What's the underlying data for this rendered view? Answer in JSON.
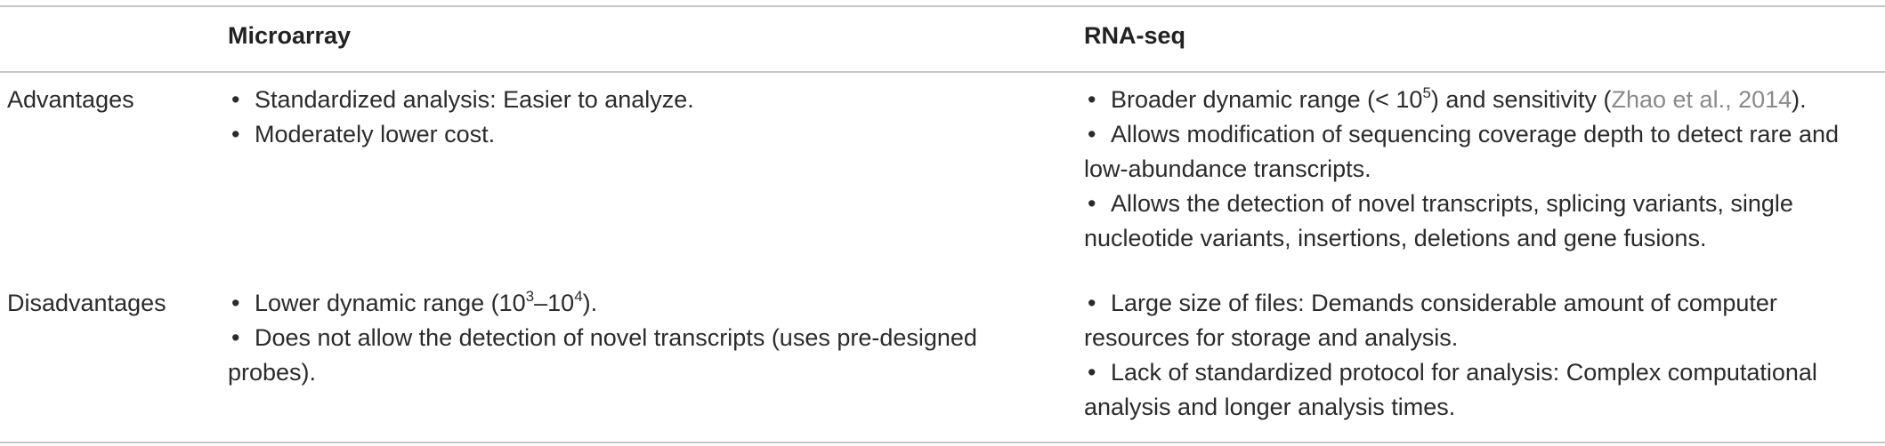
{
  "table": {
    "columns": {
      "blank": "",
      "microarray": "Microarray",
      "rnaseq": "RNA-seq"
    },
    "rows": [
      {
        "label": "Advantages",
        "microarray": [
          "Standardized analysis: Easier to analyze.",
          "Moderately lower cost."
        ],
        "rnaseq": [
          {
            "pre": "Broader dynamic range (< 10",
            "sup": "5",
            "mid": ") and sensitivity (",
            "cite": "Zhao et al., 2014",
            "post": ")."
          },
          "Allows modification of sequencing coverage depth to detect rare and low-abundance transcripts.",
          "Allows the detection of novel transcripts, splicing variants, single nucleotide variants, insertions, deletions and gene fusions."
        ]
      },
      {
        "label": "Disadvantages",
        "microarray": [
          {
            "pre": "Lower dynamic range (10",
            "sup1": "3",
            "dash": "–10",
            "sup2": "4",
            "post": ")."
          },
          "Does not allow the detection of novel transcripts (uses pre-designed probes)."
        ],
        "rnaseq": [
          "Large size of files: Demands considerable amount of computer resources for storage and analysis.",
          "Lack of standardized protocol for analysis: Complex computational analysis and longer analysis times."
        ]
      }
    ]
  }
}
